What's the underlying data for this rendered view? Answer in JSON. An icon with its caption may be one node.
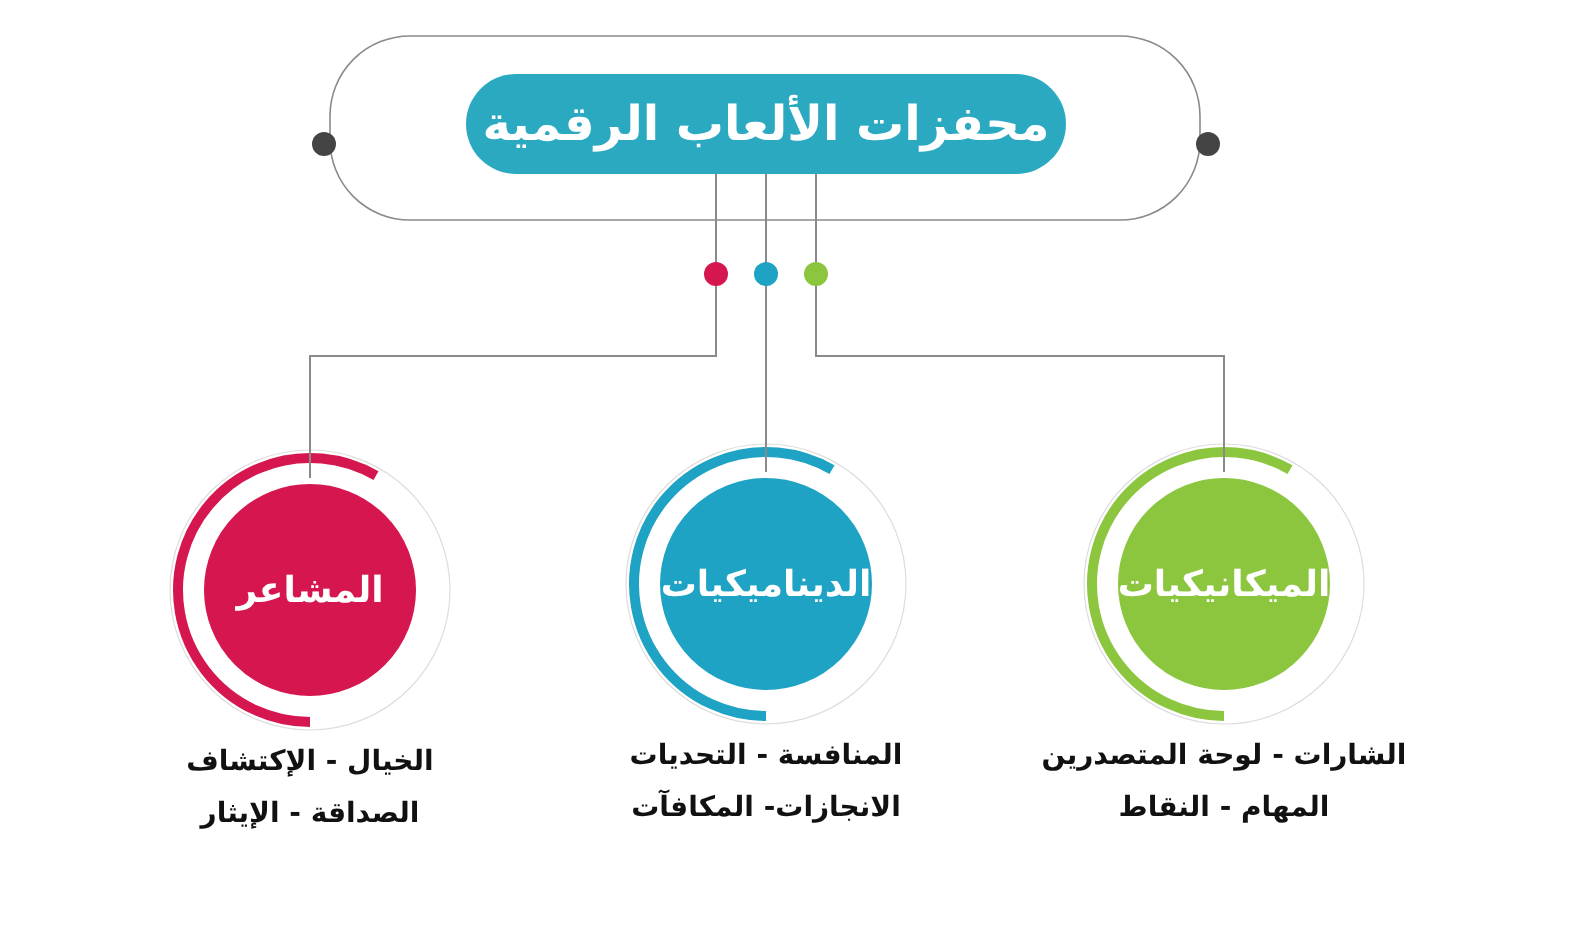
{
  "diagram": {
    "nodes": [
      {
        "text": [
          "محفزات الألعاب الرقمية"
        ]
      },
      {
        "text": [
          "الميكانيكيات"
        ],
        "beside": [
          "الشارات - لوحة المتصدرين",
          "المهام - النقاط"
        ]
      },
      {
        "text": [
          "الديناميكيات"
        ],
        "beside": [
          "المنافسة - التحديات",
          "الانجازات- المكافآت"
        ]
      },
      {
        "text": [
          "المشاعر"
        ],
        "beside": [
          "الخيال - الإكتشاف",
          "الصداقة - الإيثار"
        ]
      }
    ],
    "edges": [
      {
        "from": 0,
        "to": 1,
        "arrow": "none"
      },
      {
        "from": 0,
        "to": 2,
        "arrow": "none"
      },
      {
        "from": 0,
        "to": 3,
        "arrow": "none"
      }
    ]
  }
}
